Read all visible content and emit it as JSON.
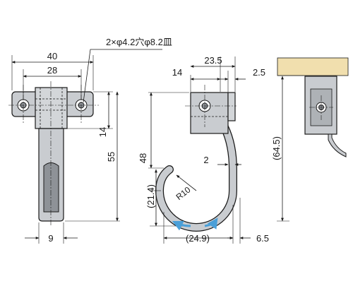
{
  "annotation": "2×φ4.2穴φ8.2皿",
  "dimensions": {
    "width_40": "40",
    "hole_pitch_28": "28",
    "height_14": "14",
    "height_55": "55",
    "stem_9": "9",
    "depth_14": "14",
    "depth_23_5": "23.5",
    "thickness_2_5": "2.5",
    "height_48": "48",
    "gap_2": "2",
    "radius_10": "R10",
    "height_21_4": "(21.4)",
    "opening_24_9": "(24.9)",
    "offset_6_5": "6.5",
    "height_64_5": "(64.5)"
  },
  "colors": {
    "steel_gray": "#c9ccd0",
    "steel_dark": "#8e9297",
    "wood": "#f1dfae",
    "accent_arrow": "#4a9fd8",
    "line": "#1a1a1a"
  }
}
